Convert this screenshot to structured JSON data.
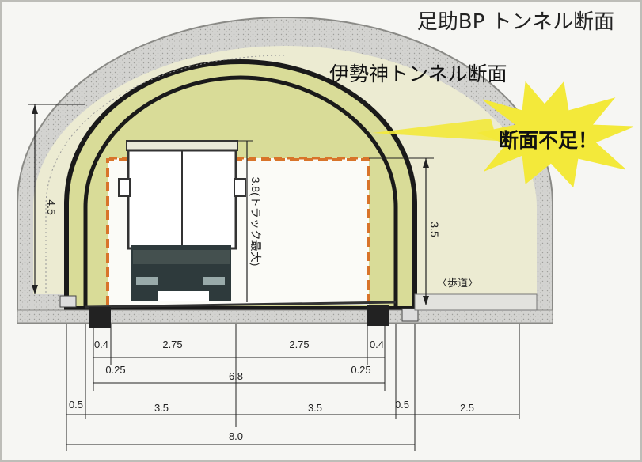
{
  "titles": {
    "bypass_section": "足助BP トンネル断面",
    "ise_section": "伊勢神トンネル断面",
    "warning": "断面不足！"
  },
  "labels": {
    "truck_height": "3.8(トラック最大)",
    "sidewalk": "〈歩道〉"
  },
  "dimensions": {
    "left_height": "4.5",
    "right_height": "3.5",
    "gap_left": "0.4",
    "gap_right": "0.4",
    "lane_left": "2.75",
    "lane_right": "2.75",
    "shoulder_left": "0.25",
    "shoulder_right": "0.25",
    "roadway_total": "6.8",
    "edge_left": "0.5",
    "half_left": "3.5",
    "half_right": "3.5",
    "edge_right": "0.5",
    "sidewalk_width": "2.5",
    "total_width": "8.0"
  },
  "colors": {
    "outer_lining": "#c9c9c6",
    "inner_fill": "#d9dc98",
    "orange_dash": "#d8742a",
    "burst": "#f3e93a"
  }
}
